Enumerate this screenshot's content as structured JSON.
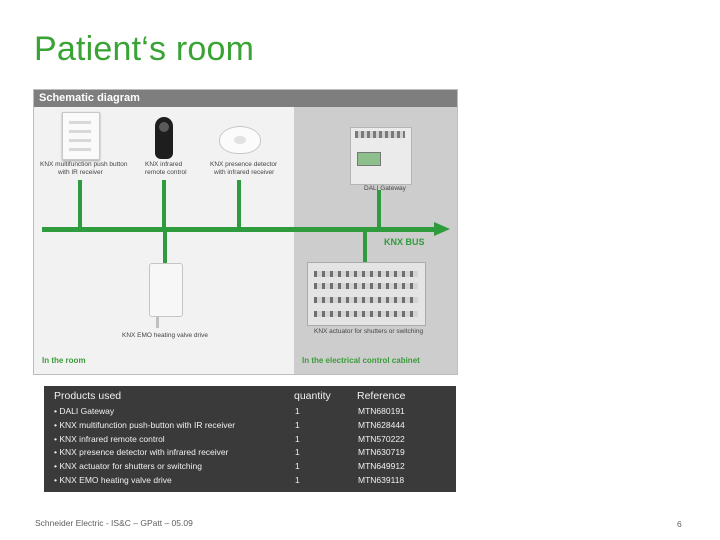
{
  "slide": {
    "title": "Patient‘s room",
    "footer": "Schneider Electric - IS&C – GPatt – 05.09",
    "page_number": "6"
  },
  "diagram": {
    "header": "Schematic diagram",
    "bus_label": "KNX BUS",
    "room_label": "In the room",
    "cabinet_label": "In the electrical control cabinet",
    "devices": {
      "pushbutton": [
        "KNX multifunction push button",
        "with IR receiver"
      ],
      "remote": [
        "KNX infrared",
        "remote control"
      ],
      "detector": [
        "KNX presence detector",
        "with infrared receiver"
      ],
      "gateway": [
        "DALI Gateway"
      ],
      "valve": [
        "KNX EMO heating valve drive"
      ],
      "actuator": [
        "KNX actuator for shutters or switching"
      ]
    }
  },
  "products": {
    "headers": {
      "products": "Products used",
      "quantity": "quantity",
      "reference": "Reference"
    },
    "items": [
      {
        "name": "• DALI Gateway",
        "qty": "1",
        "ref": "MTN680191"
      },
      {
        "name": "• KNX multifunction push-button with IR receiver",
        "qty": "1",
        "ref": "MTN628444"
      },
      {
        "name": "• KNX infrared remote control",
        "qty": "1",
        "ref": "MTN570222"
      },
      {
        "name": "• KNX presence detector with infrared receiver",
        "qty": "1",
        "ref": "MTN630719"
      },
      {
        "name": "• KNX actuator for shutters or switching",
        "qty": "1",
        "ref": "MTN649912"
      },
      {
        "name": "• KNX EMO heating valve drive",
        "qty": "1",
        "ref": "MTN639118"
      }
    ]
  },
  "colors": {
    "accent_green": "#3aa335",
    "bus_green": "#2e9b3d",
    "table_bg": "#3a3a3a"
  }
}
